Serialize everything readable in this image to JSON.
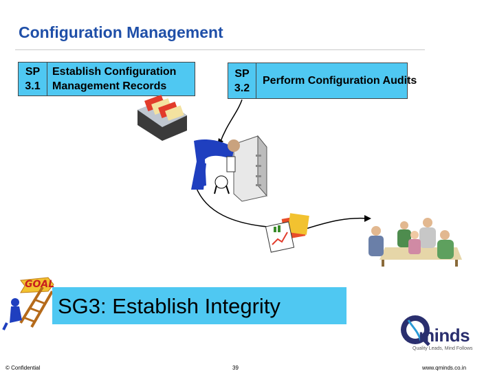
{
  "header": {
    "title": "Configuration Management"
  },
  "practices": [
    {
      "id_line1": "SP",
      "id_line2": "3.1",
      "text": "Establish Configuration Management Records"
    },
    {
      "id_line1": "SP",
      "id_line2": "3.2",
      "text": "Perform Configuration Audits"
    }
  ],
  "goal": {
    "badge": "GOAL",
    "text": "SG3: Establish Integrity"
  },
  "logo": {
    "word": "minds",
    "tagline": "Quality Leads, Mind Follows"
  },
  "footer": {
    "left": "© Confidential",
    "page": "39",
    "url": "www.qminds.co.in"
  },
  "colors": {
    "title": "#1f4fa8",
    "box_fill": "#4fc8f2",
    "logo_q": "#2a2f6e"
  },
  "icons": [
    "card-file-icon",
    "worker-at-cabinet-icon",
    "charts-icon",
    "meeting-people-icon",
    "goal-ladder-icon",
    "qminds-logo"
  ]
}
